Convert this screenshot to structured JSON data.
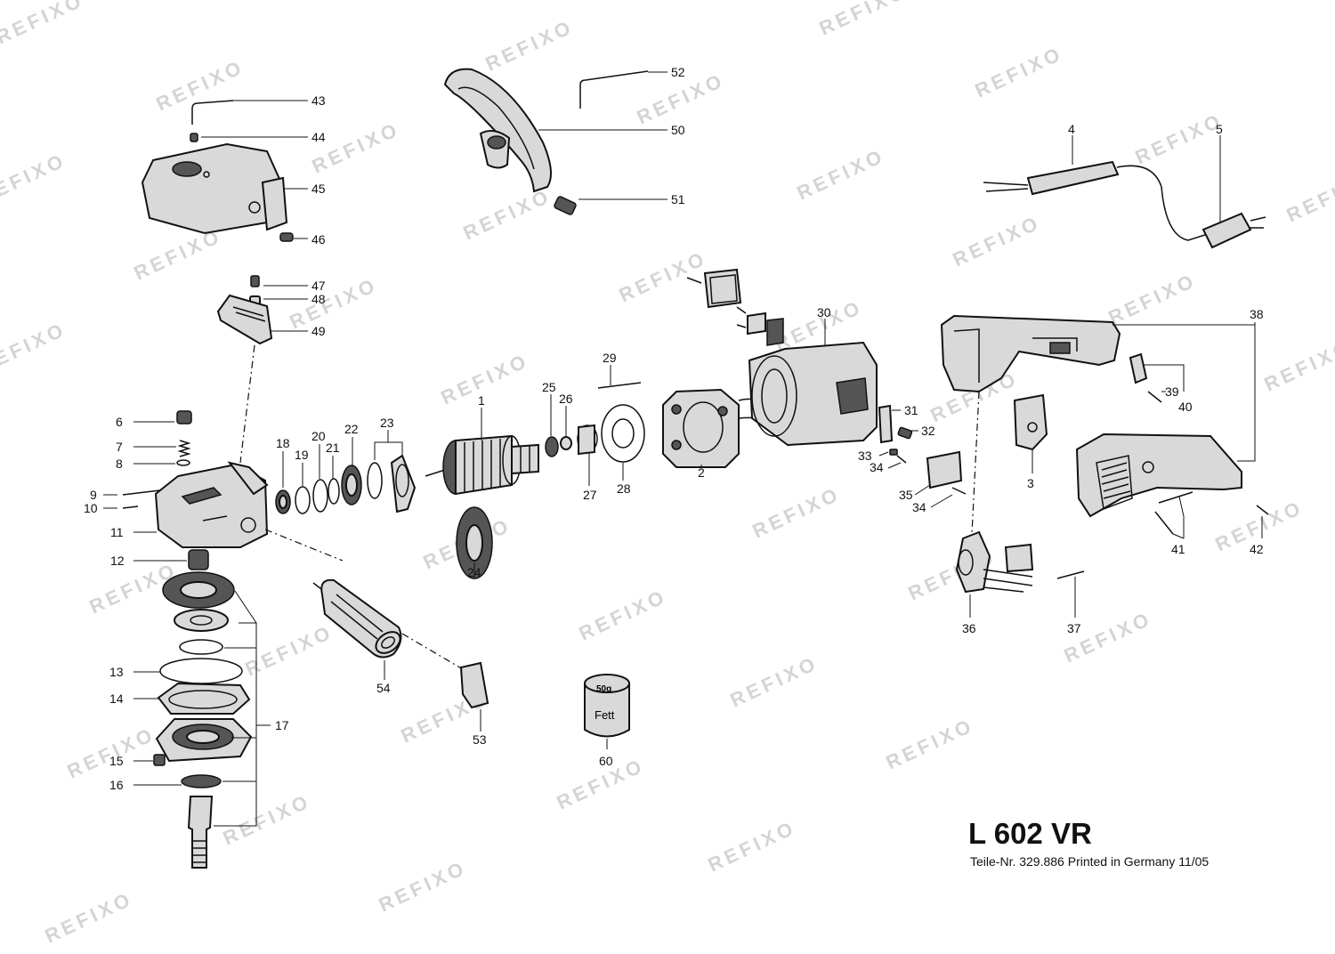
{
  "title": "L 602 VR",
  "subtitle": "Teile-Nr. 329.886 Printed in Germany 11/05",
  "watermark": "REFIXO",
  "grease": {
    "amount": "50g",
    "name": "Fett"
  },
  "callouts": {
    "c1": "1",
    "c2": "2",
    "c3": "3",
    "c4": "4",
    "c5": "5",
    "c6": "6",
    "c7": "7",
    "c8": "8",
    "c9": "9",
    "c10": "10",
    "c11": "11",
    "c12": "12",
    "c13": "13",
    "c14": "14",
    "c15": "15",
    "c16": "16",
    "c17": "17",
    "c18": "18",
    "c19": "19",
    "c20": "20",
    "c21": "21",
    "c22": "22",
    "c23": "23",
    "c24": "24",
    "c25": "25",
    "c26": "26",
    "c27": "27",
    "c28": "28",
    "c29": "29",
    "c30": "30",
    "c31": "31",
    "c32": "32",
    "c33": "33",
    "c34a": "34",
    "c34b": "34",
    "c35": "35",
    "c36": "36",
    "c37": "37",
    "c38": "38",
    "c39": "39",
    "c40": "40",
    "c41": "41",
    "c42": "42",
    "c43": "43",
    "c44": "44",
    "c45": "45",
    "c46": "46",
    "c47": "47",
    "c48": "48",
    "c49": "49",
    "c50": "50",
    "c51": "51",
    "c52": "52",
    "c53": "53",
    "c54": "54",
    "c60": "60"
  }
}
